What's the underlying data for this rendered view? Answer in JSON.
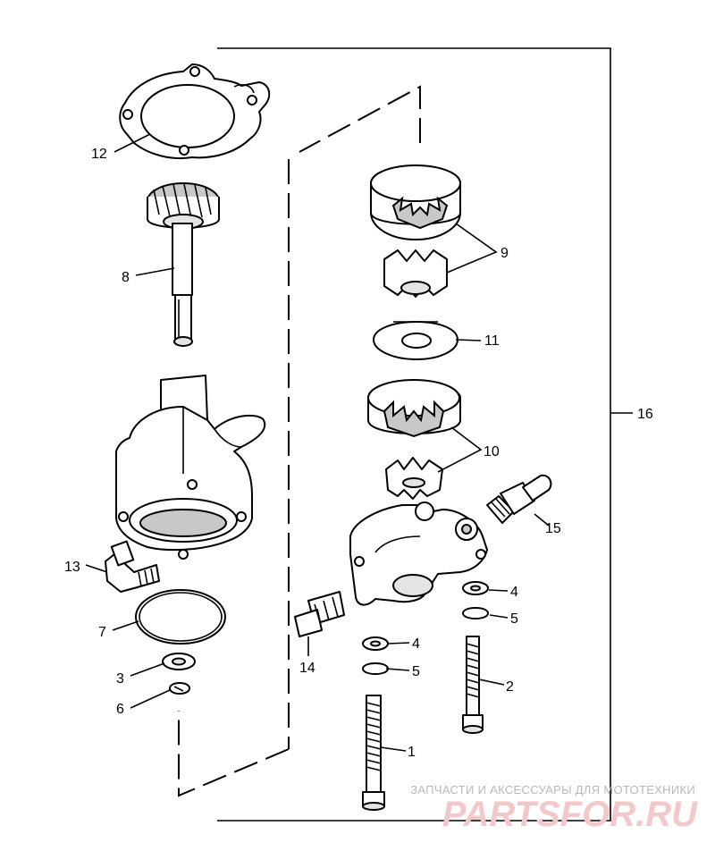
{
  "diagram": {
    "callouts": [
      {
        "id": "12",
        "text": "12"
      },
      {
        "id": "8",
        "text": "8"
      },
      {
        "id": "13",
        "text": "13"
      },
      {
        "id": "7",
        "text": "7"
      },
      {
        "id": "3",
        "text": "3"
      },
      {
        "id": "6",
        "text": "6"
      },
      {
        "id": "9",
        "text": "9"
      },
      {
        "id": "11",
        "text": "11"
      },
      {
        "id": "10",
        "text": "10"
      },
      {
        "id": "15",
        "text": "15"
      },
      {
        "id": "16",
        "text": "16"
      },
      {
        "id": "4a",
        "text": "4"
      },
      {
        "id": "5a",
        "text": "5"
      },
      {
        "id": "4b",
        "text": "4"
      },
      {
        "id": "5b",
        "text": "5"
      },
      {
        "id": "14",
        "text": "14"
      },
      {
        "id": "2",
        "text": "2"
      },
      {
        "id": "1",
        "text": "1"
      }
    ]
  },
  "watermark": {
    "tagline": "ЗАПЧАСТИ И АКСЕССУАРЫ ДЛЯ МОТОТЕХНИКИ",
    "brand": "PARTSFOR.RU"
  },
  "colors": {
    "line": "#000000",
    "background": "#ffffff",
    "watermark_text": "#b8b8b8",
    "watermark_brand": "#f2c8c8"
  }
}
